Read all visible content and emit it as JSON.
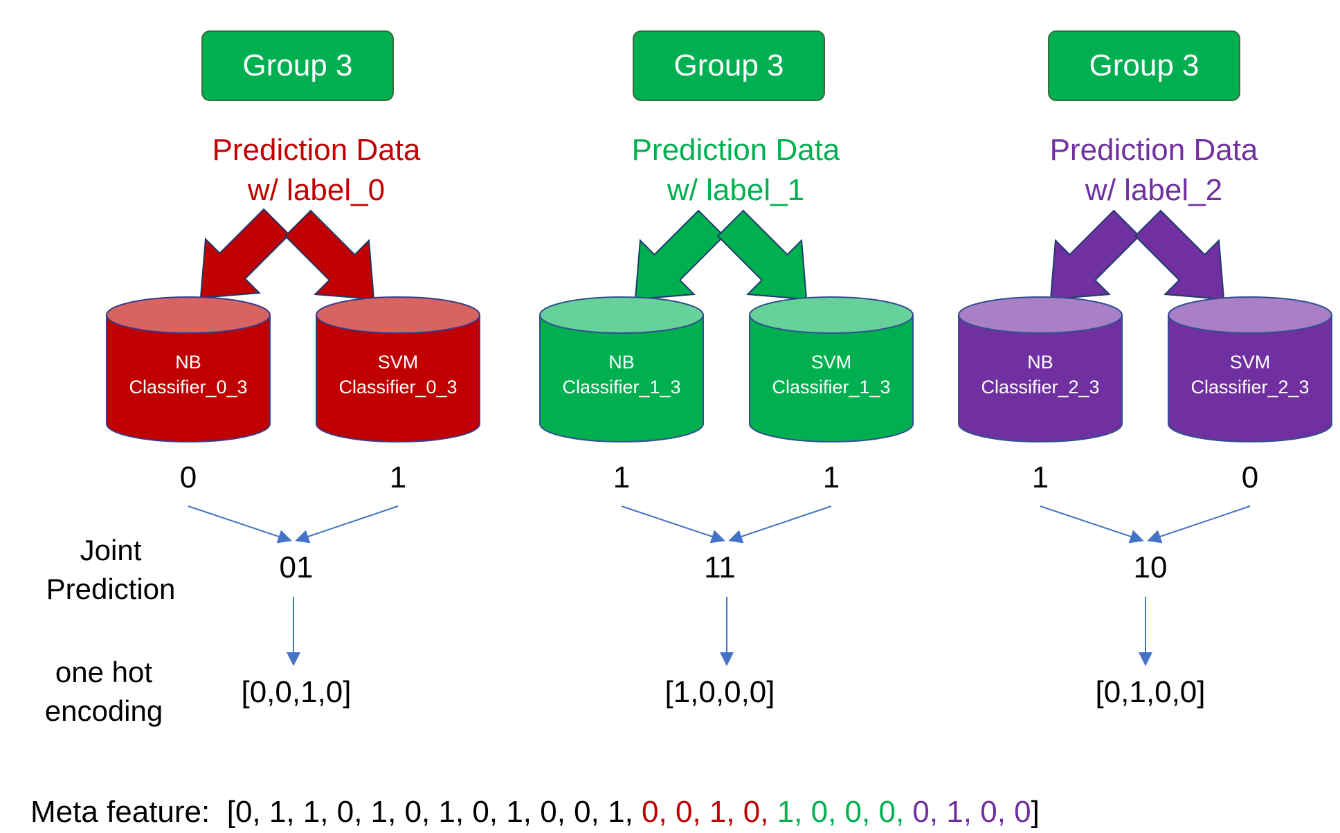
{
  "groups": [
    {
      "box_label": "Group 3",
      "pred_line1": "Prediction Data",
      "pred_line2": "w/ label_0",
      "color": "#c00000",
      "cyl_top_color": "#d86462",
      "cyl_stroke": "#3a3a8a",
      "classifiers": [
        {
          "line1": "NB",
          "line2": "Classifier_0_3",
          "vote": "0"
        },
        {
          "line1": "SVM",
          "line2": "Classifier_0_3",
          "vote": "1"
        }
      ],
      "joint": "01",
      "onehot": "[0,0,1,0]"
    },
    {
      "box_label": "Group 3",
      "pred_line1": "Prediction Data",
      "pred_line2": "w/ label_1",
      "color": "#00b050",
      "cyl_top_color": "#66d29a",
      "cyl_stroke": "#2f4f8f",
      "classifiers": [
        {
          "line1": "NB",
          "line2": "Classifier_1_3",
          "vote": "1"
        },
        {
          "line1": "SVM",
          "line2": "Classifier_1_3",
          "vote": "1"
        }
      ],
      "joint": "11",
      "onehot": "[1,0,0,0]"
    },
    {
      "box_label": "Group 3",
      "pred_line1": "Prediction Data",
      "pred_line2": "w/ label_2",
      "color": "#7030a0",
      "cyl_top_color": "#a97fc6",
      "cyl_stroke": "#2f4f8f",
      "classifiers": [
        {
          "line1": "NB",
          "line2": "Classifier_2_3",
          "vote": "1"
        },
        {
          "line1": "SVM",
          "line2": "Classifier_2_3",
          "vote": "0"
        }
      ],
      "joint": "10",
      "onehot": "[0,1,0,0]"
    }
  ],
  "labels": {
    "joint_line1": "Joint",
    "joint_line2": "Prediction",
    "onehot_line1": "one hot",
    "onehot_line2": "encoding"
  },
  "meta": {
    "label": "Meta feature:",
    "open": "[",
    "close": "]",
    "values": [
      {
        "v": "0",
        "color": "#000000"
      },
      {
        "v": "1",
        "color": "#000000"
      },
      {
        "v": "1",
        "color": "#000000"
      },
      {
        "v": "0",
        "color": "#000000"
      },
      {
        "v": "1",
        "color": "#000000"
      },
      {
        "v": "0",
        "color": "#000000"
      },
      {
        "v": "1",
        "color": "#000000"
      },
      {
        "v": "0",
        "color": "#000000"
      },
      {
        "v": "1",
        "color": "#000000"
      },
      {
        "v": "0",
        "color": "#000000"
      },
      {
        "v": "0",
        "color": "#000000"
      },
      {
        "v": "1",
        "color": "#000000"
      },
      {
        "v": "0",
        "color": "#c00000"
      },
      {
        "v": "0",
        "color": "#c00000"
      },
      {
        "v": "1",
        "color": "#c00000"
      },
      {
        "v": "0",
        "color": "#c00000"
      },
      {
        "v": "1",
        "color": "#00b050"
      },
      {
        "v": "0",
        "color": "#00b050"
      },
      {
        "v": "0",
        "color": "#00b050"
      },
      {
        "v": "0",
        "color": "#00b050"
      },
      {
        "v": "0",
        "color": "#7030a0"
      },
      {
        "v": "1",
        "color": "#7030a0"
      },
      {
        "v": "0",
        "color": "#7030a0"
      },
      {
        "v": "0",
        "color": "#7030a0"
      }
    ]
  },
  "connector_color": "#4472c4"
}
